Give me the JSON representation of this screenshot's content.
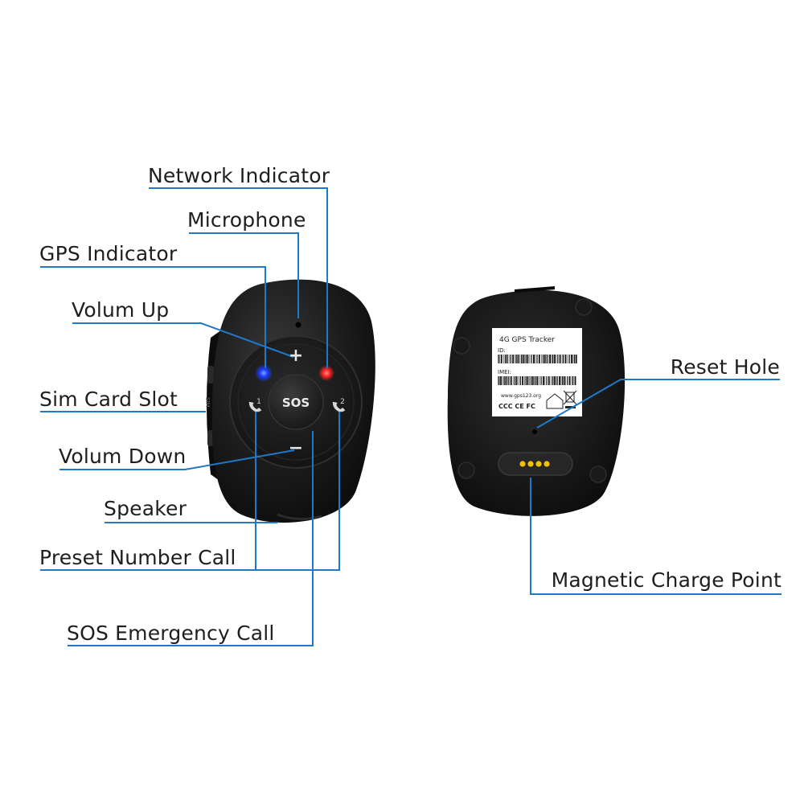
{
  "labels": {
    "network_indicator": "Network Indicator",
    "microphone": "Microphone",
    "gps_indicator": "GPS Indicator",
    "volum_up": "Volum Up",
    "sim_card_slot": "Sim Card Slot",
    "volum_down": "Volum Down",
    "speaker": "Speaker",
    "preset_number_call": "Preset Number Call",
    "sos_emergency_call": "SOS Emergency Call",
    "reset_hole": "Reset Hole",
    "magnetic_charge_point": "Magnetic Charge Point"
  },
  "device_front": {
    "sos_button": "SOS",
    "plus_symbol": "+",
    "minus_symbol": "−",
    "call_key_1": "1",
    "call_key_2": "2",
    "side_text": "SIM"
  },
  "device_back": {
    "sticker_title": "4G GPS Tracker",
    "sticker_id": "ID:",
    "sticker_imei": "IMEI:",
    "sticker_url": "www.gps123.org",
    "sticker_marks": "CCC CE FC"
  },
  "colors": {
    "leader_line": "#1f78c8",
    "label_text": "#1e1e1e",
    "gps_led": "#1a3cff",
    "network_led": "#ff2020",
    "charge_pins": "#f2c200",
    "device_body": "#151515"
  }
}
